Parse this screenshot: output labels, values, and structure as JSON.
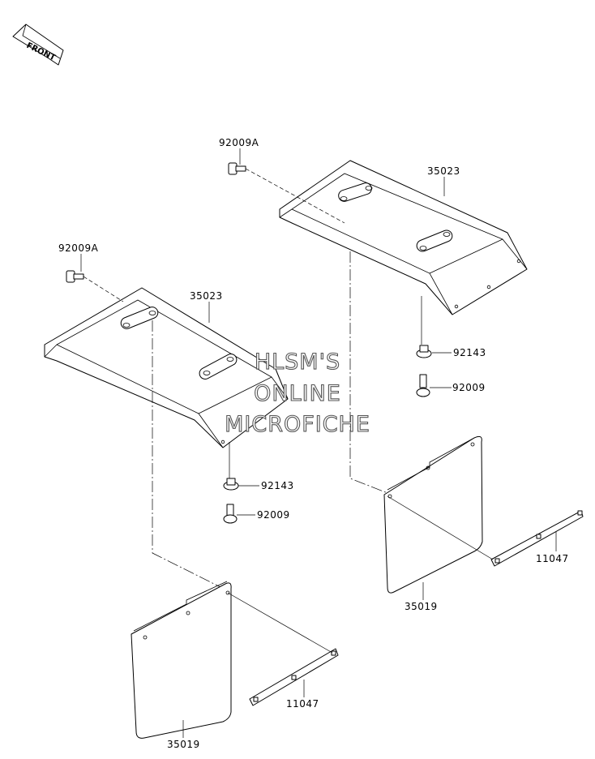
{
  "front_marker": {
    "text": "FRONT"
  },
  "watermark": {
    "line1": "HLSM'S",
    "line2": "ONLINE",
    "line3": "MICROFICHE"
  },
  "labels": {
    "bolt_top_right": "92009A",
    "fender_right": "35023",
    "bolt_top_left": "92009A",
    "fender_left": "35023",
    "collar_right": "92143",
    "bolt_right": "92009",
    "collar_left": "92143",
    "bolt_left": "92009",
    "flap_right": "35019",
    "bracket_right": "11047",
    "flap_left": "35019",
    "bracket_left": "11047"
  }
}
